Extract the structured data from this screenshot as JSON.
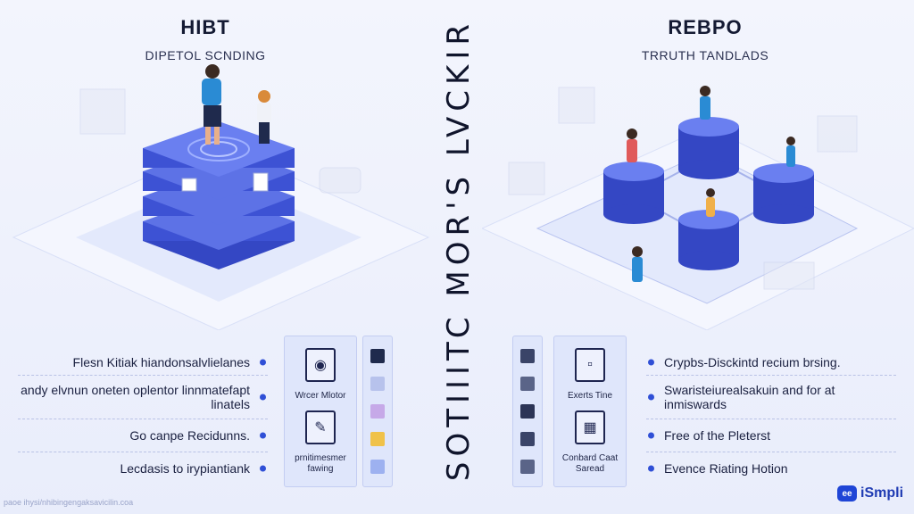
{
  "left": {
    "title": "HIBT",
    "subtitle": "DIPETOL SCNDING",
    "features": [
      "Flesn Kitiak hiandonsalvlielanes",
      "andy elvnun oneten oplentor linnmatefapt linatels",
      "Go canpe Recidunns.",
      "Lecdasis to irypiantiank"
    ],
    "card": {
      "top_label": "Wrcer Mlotor",
      "bottom_label": "prnitimesmer fawing"
    }
  },
  "right": {
    "title": "REBPO",
    "subtitle": "TRRUTH TANDLADS",
    "features": [
      "Crypbs-Disckintd recium brsing.",
      "Swaristeiurealsakuin and for at inmiswards",
      "Free of the Pleterst",
      "Evence Riating Hotion"
    ],
    "card": {
      "top_label": "Exerts Tine",
      "bottom_label": "Conbard Caat Saread"
    }
  },
  "center_text": "SOTIIITC MOR'S LVCKIR",
  "footer": {
    "url": "paoe ihysi/nhibingengaksavicilin.coa"
  },
  "brand": {
    "badge": "ee",
    "name": "iSmpli"
  },
  "colors": {
    "accent": "#2f4fd6",
    "cylinder": "#3f55d8",
    "platform": "#e6ebfc"
  },
  "icons": [
    "photo-id-icon",
    "certificate-icon",
    "document-icon",
    "id-card-icon"
  ]
}
